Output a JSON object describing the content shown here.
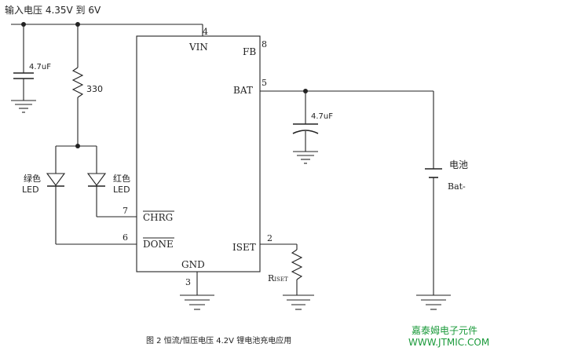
{
  "input_label": "输入电压  4.35V 到 6V",
  "ic": {
    "pins": {
      "vin": {
        "num": "4",
        "name": "VIN"
      },
      "fb": {
        "num": "8",
        "name": "FB"
      },
      "bat": {
        "num": "5",
        "name": "BAT"
      },
      "chrg": {
        "num": "7",
        "name": "CHRG"
      },
      "done": {
        "num": "6",
        "name": "DONE"
      },
      "iset": {
        "num": "2",
        "name": "ISET"
      },
      "gnd": {
        "num": "3",
        "name": "GND"
      }
    }
  },
  "components": {
    "c_in": "4.7uF",
    "r_led": "330",
    "c_out": "4.7uF",
    "led_green": {
      "line1": "绿色",
      "line2": "LED"
    },
    "led_red": {
      "line1": "红色",
      "line2": "LED"
    },
    "battery": {
      "label": "电池",
      "sub": "Bat-"
    },
    "riset": {
      "main": "R",
      "sub": "ISET"
    }
  },
  "caption": "图 2  恒流/恒压电压  4.2V  锂电池充电应用",
  "watermark": {
    "line1": "嘉泰姆电子元件",
    "line2": "WWW.JTMIC.COM"
  },
  "colors": {
    "watermark": "#1a9a3a",
    "ink": "#222222"
  }
}
